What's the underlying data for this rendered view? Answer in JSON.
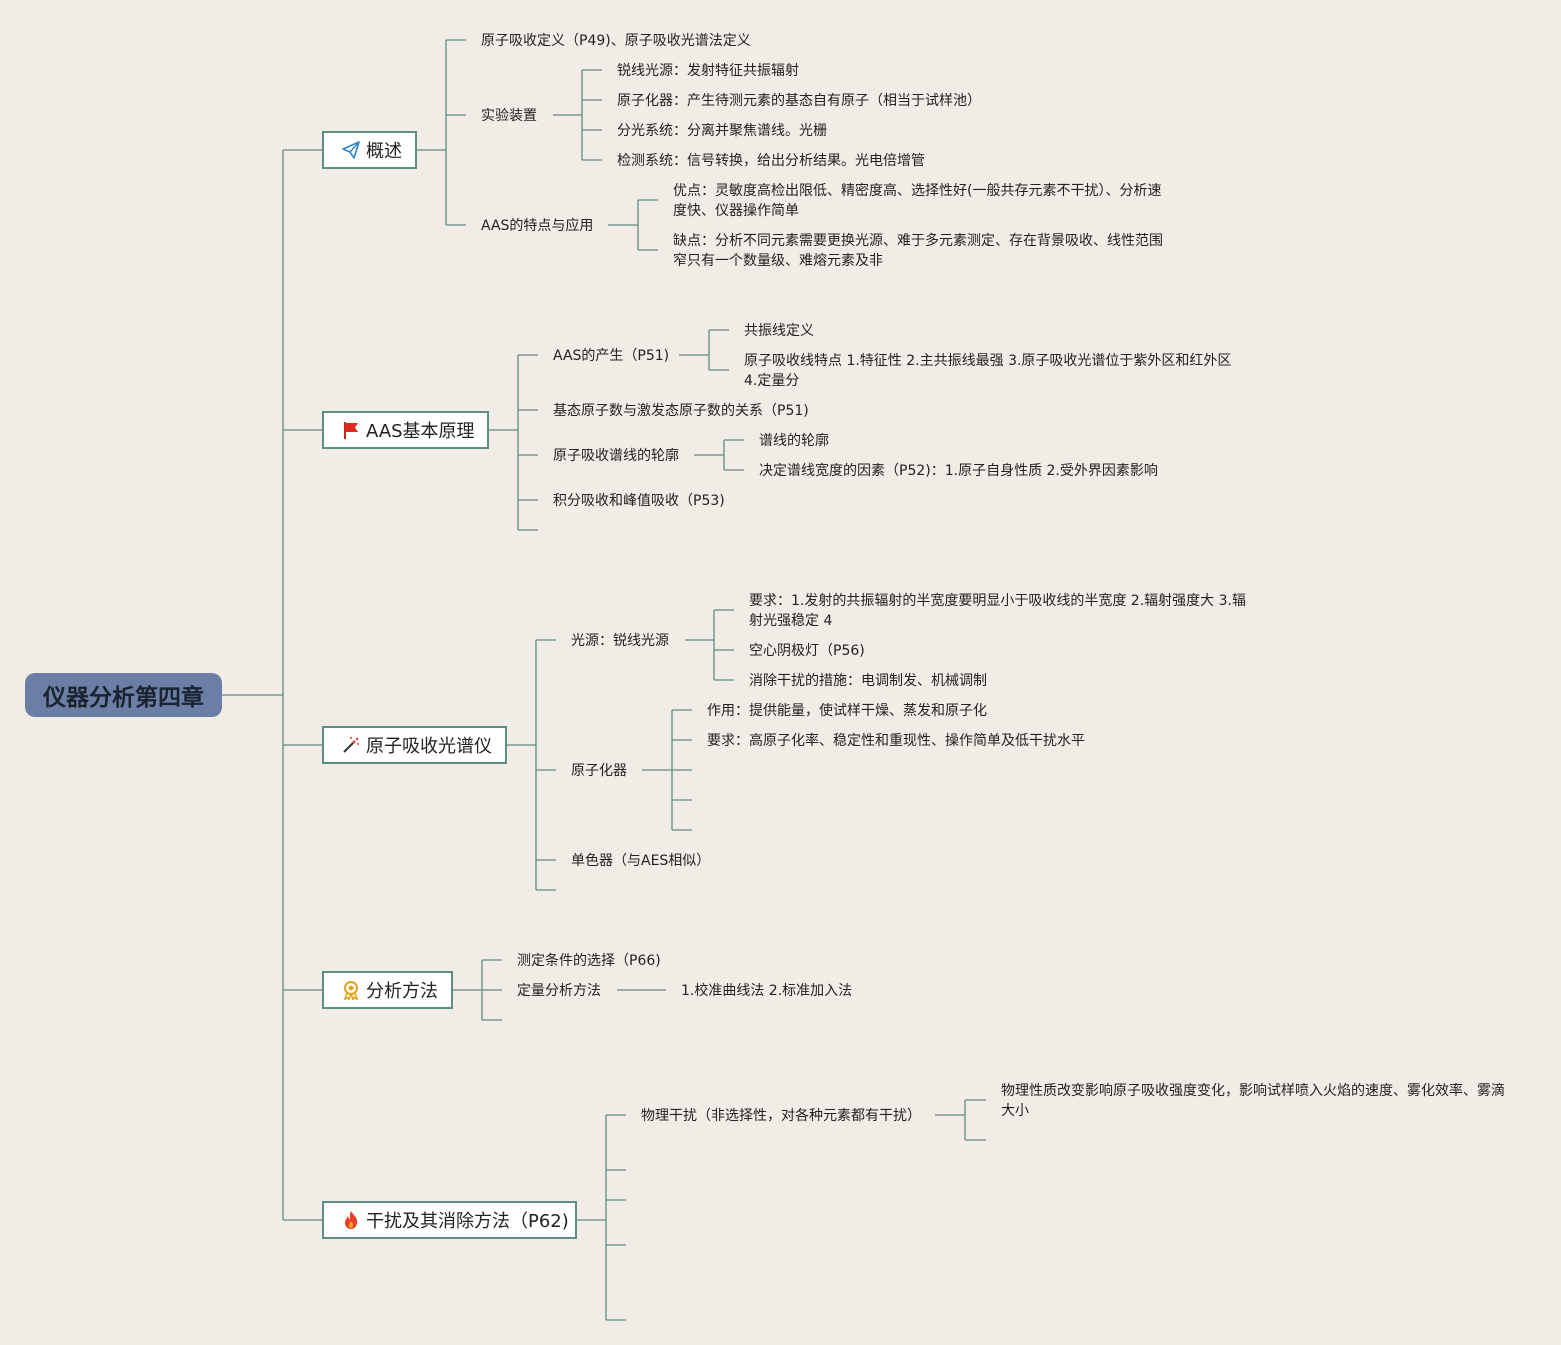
{
  "root": {
    "label": "仪器分析第四章"
  },
  "branches": [
    {
      "label": "概述",
      "icon": "paper-plane-icon",
      "children": [
        {
          "label": "原子吸收定义（P49)、原子吸收光谱法定义"
        },
        {
          "label": "实验装置",
          "children": [
            {
              "label": "锐线光源：发射特征共振辐射"
            },
            {
              "label": "原子化器：产生待测元素的基态自有原子（相当于试样池）"
            },
            {
              "label": "分光系统：分离并聚焦谱线。光栅"
            },
            {
              "label": "检测系统：信号转换，给出分析结果。光电倍增管"
            }
          ]
        },
        {
          "label": "AAS的特点与应用",
          "children": [
            {
              "label": "优点：灵敏度高检出限低、精密度高、选择性好(一般共存元素不干扰）、分析速度快、仪器操作简单"
            },
            {
              "label": "缺点：分析不同元素需要更换光源、难于多元素测定、存在背景吸收、线性范围窄只有一个数量级、难熔元素及非"
            }
          ]
        }
      ]
    },
    {
      "label": "AAS基本原理",
      "icon": "red-flag-icon",
      "children": [
        {
          "label": "AAS的产生（P51)",
          "children": [
            {
              "label": "共振线定义"
            },
            {
              "label": "原子吸收线特点 1.特征性 2.主共振线最强 3.原子吸收光谱位于紫外区和红外区 4.定量分"
            }
          ]
        },
        {
          "label": "基态原子数与激发态原子数的关系（P51)"
        },
        {
          "label": "原子吸收谱线的轮廓",
          "children": [
            {
              "label": "谱线的轮廓"
            },
            {
              "label": "决定谱线宽度的因素（P52)：1.原子自身性质 2.受外界因素影响"
            }
          ]
        },
        {
          "label": "积分吸收和峰值吸收（P53)"
        },
        {
          "label": ""
        }
      ]
    },
    {
      "label": "原子吸收光谱仪",
      "icon": "magic-wand-icon",
      "children": [
        {
          "label": "光源：锐线光源",
          "children": [
            {
              "label": "要求：1.发射的共振辐射的半宽度要明显小于吸收线的半宽度 2.辐射强度大 3.辐射光强稳定 4"
            },
            {
              "label": "空心阴极灯（P56)"
            },
            {
              "label": "消除干扰的措施：电调制发、机械调制"
            }
          ]
        },
        {
          "label": "原子化器",
          "children": [
            {
              "label": "作用：提供能量，使试样干燥、蒸发和原子化"
            },
            {
              "label": "要求：高原子化率、稳定性和重现性、操作简单及低干扰水平"
            },
            {
              "label": ""
            },
            {
              "label": ""
            },
            {
              "label": ""
            }
          ]
        },
        {
          "label": "单色器（与AES相似）"
        },
        {
          "label": ""
        }
      ]
    },
    {
      "label": "分析方法",
      "icon": "award-medal-icon",
      "children": [
        {
          "label": "测定条件的选择（P66)"
        },
        {
          "label": "定量分析方法",
          "children": [
            {
              "label": "1.校准曲线法 2.标准加入法"
            }
          ]
        },
        {
          "label": ""
        }
      ]
    },
    {
      "label": "干扰及其消除方法（P62)",
      "icon": "fire-icon",
      "children": [
        {
          "label": "物理干扰（非选择性，对各种元素都有干扰）",
          "children": [
            {
              "label": "物理性质改变影响原子吸收强度变化，影响试样喷入火焰的速度、雾化效率、雾滴大小"
            },
            {
              "label": ""
            }
          ]
        },
        {
          "label": ""
        },
        {
          "label": ""
        },
        {
          "label": ""
        },
        {
          "label": ""
        }
      ]
    }
  ],
  "colors": {
    "line": "#5e8d83",
    "root_fill": "#6b7fa6",
    "background": "#f1ece6"
  }
}
